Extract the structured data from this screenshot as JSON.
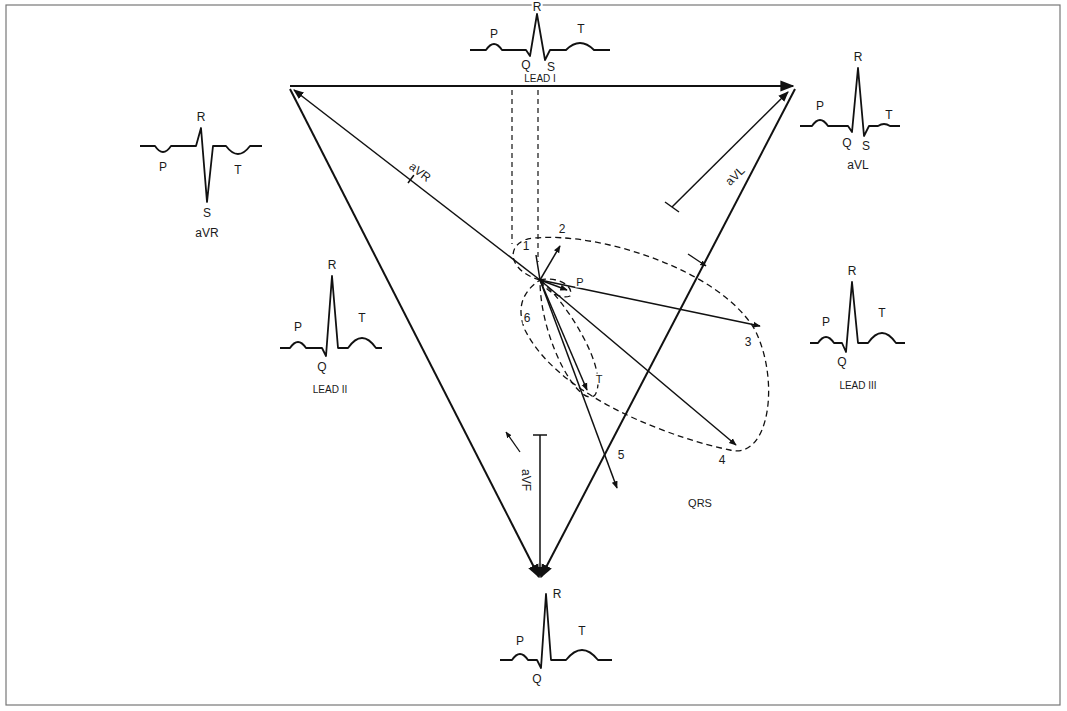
{
  "diagram": {
    "labels": [
      "R",
      "P",
      "Q",
      "S",
      "T",
      "LEAD I",
      "R",
      "P",
      "T",
      "S",
      "aVR",
      "P",
      "R",
      "Q",
      "S",
      "T",
      "aVL",
      "aVR",
      "aVL",
      "1",
      "2",
      "P",
      "6",
      "3",
      "T",
      "R",
      "P",
      "Q",
      "T",
      "LEAD II",
      "R",
      "P",
      "Q",
      "T",
      "LEAD III",
      "5",
      "4",
      "aVF",
      "QRS",
      "R",
      "P",
      "Q",
      "T"
    ]
  }
}
